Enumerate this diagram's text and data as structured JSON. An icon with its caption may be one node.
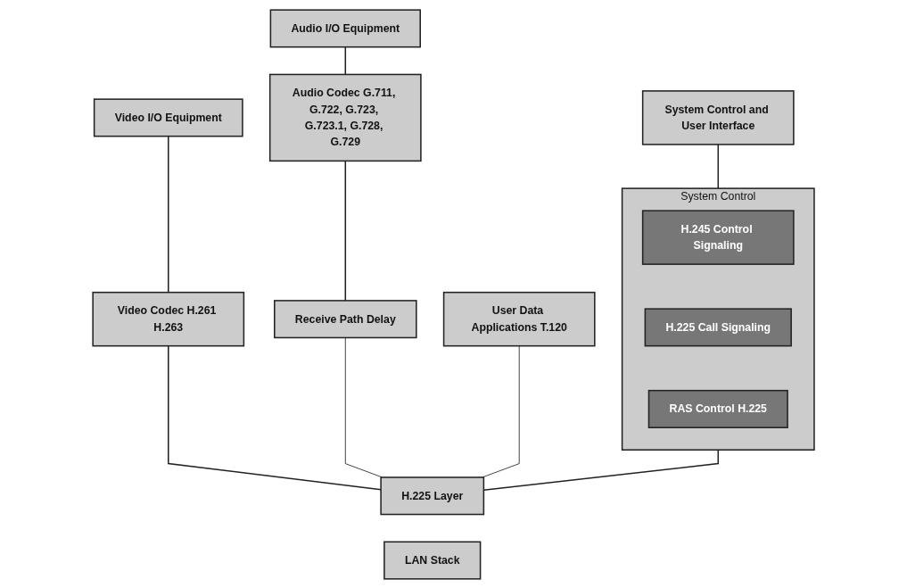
{
  "diagram": {
    "nodes": [
      {
        "text": [
          "System Control and User Interface"
        ]
      },
      {
        "text": [
          "Video I/O Equipment"
        ]
      },
      {
        "text": [
          "Audio I/O Equipment"
        ]
      },
      {
        "text": [
          "User Data Applications T.120"
        ]
      },
      {
        "text": [
          "System Control"
        ]
      },
      {
        "text": [
          "H.245 Control Signaling"
        ],
        "in": 4
      },
      {
        "text": [
          "H.225 Call Signaling"
        ],
        "in": 4
      },
      {
        "text": [
          "RAS Control H.225"
        ],
        "in": 4
      },
      {
        "text": [
          "Video Codec H.261 H.263"
        ]
      },
      {
        "text": [
          "Audio Codec G.711, G.722, G.723, G.723.1, G.728, G.729"
        ]
      },
      {
        "text": [
          "Receive Path Delay"
        ]
      },
      {
        "text": [
          "H.225 Layer"
        ]
      },
      {
        "text": [
          "LAN Stack"
        ]
      }
    ],
    "edges": [
      {
        "from": 0,
        "to": 4,
        "arrow": "none"
      },
      {
        "from": 1,
        "to": 8,
        "arrow": "none"
      },
      {
        "from": 2,
        "to": 9,
        "arrow": "none"
      },
      {
        "from": 9,
        "to": 10,
        "arrow": "none"
      },
      {
        "from": 4,
        "to": 11,
        "arrow": "none"
      },
      {
        "from": 8,
        "to": 11,
        "arrow": "none"
      },
      {
        "from": 10,
        "to": 11,
        "arrow": "none"
      },
      {
        "from": 3,
        "to": 11,
        "arrow": "none"
      }
    ]
  }
}
